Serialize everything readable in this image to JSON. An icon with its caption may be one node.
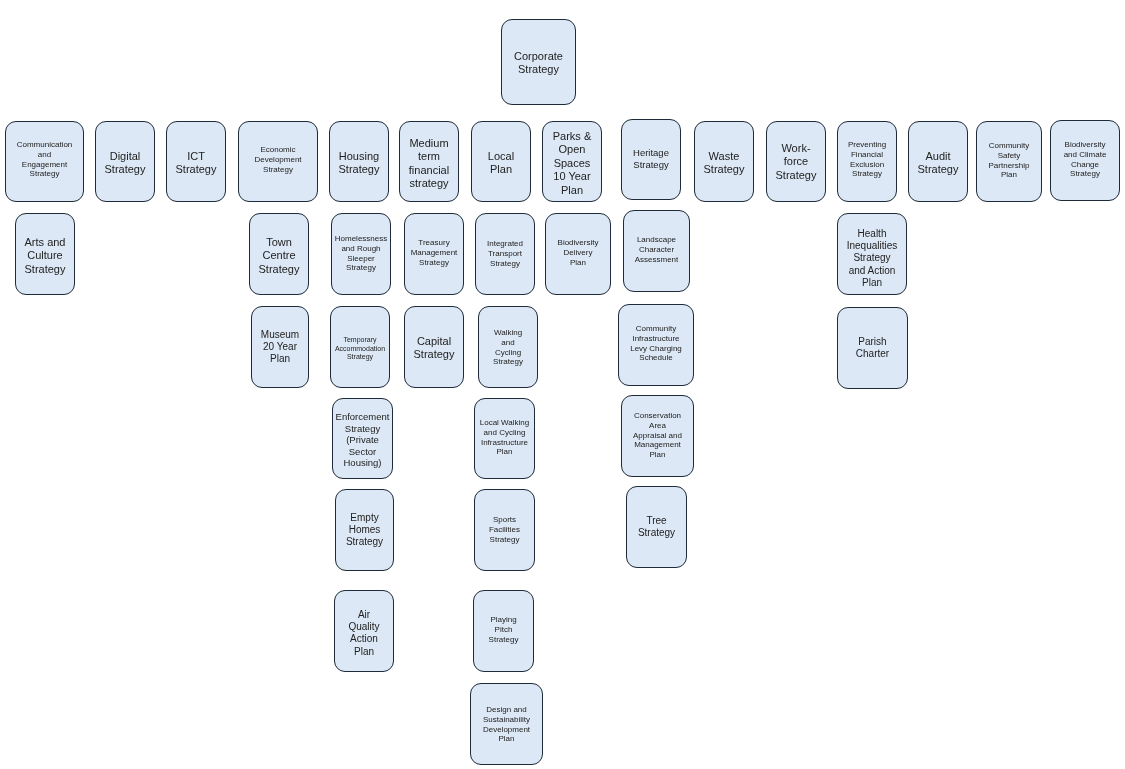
{
  "diagram": {
    "nodes": [
      {
        "text": [
          "Corporate Strategy"
        ]
      },
      {
        "text": [
          "Communication and Engagement Strategy"
        ]
      },
      {
        "text": [
          "Digital Strategy"
        ]
      },
      {
        "text": [
          "ICT Strategy"
        ]
      },
      {
        "text": [
          "Economic Development Strategy"
        ]
      },
      {
        "text": [
          "Housing Strategy"
        ]
      },
      {
        "text": [
          "Medium term financial strategy"
        ]
      },
      {
        "text": [
          "Local Plan"
        ]
      },
      {
        "text": [
          "Parks & Open Spaces 10 Year Plan"
        ]
      },
      {
        "text": [
          "Heritage Strategy"
        ]
      },
      {
        "text": [
          "Waste Strategy"
        ]
      },
      {
        "text": [
          "Work-force Strategy"
        ]
      },
      {
        "text": [
          "Preventing Financial Exclusion Strategy"
        ]
      },
      {
        "text": [
          "Audit Strategy"
        ]
      },
      {
        "text": [
          "Community Safety Partnership Plan"
        ]
      },
      {
        "text": [
          "Biodiversity and Climate Change Strategy"
        ]
      },
      {
        "text": [
          "Arts and Culture Strategy"
        ]
      },
      {
        "text": [
          "Town Centre Strategy"
        ]
      },
      {
        "text": [
          "Homelessness and Rough Sleeper Strategy"
        ]
      },
      {
        "text": [
          "Treasury Management Strategy"
        ]
      },
      {
        "text": [
          "Integrated Transport Strategy"
        ]
      },
      {
        "text": [
          "Biodiversity Delivery Plan"
        ]
      },
      {
        "text": [
          "Landscape Character Assessment"
        ]
      },
      {
        "text": [
          "Health Inequalities Strategy and Action Plan"
        ]
      },
      {
        "text": [
          "Museum 20 Year Plan"
        ]
      },
      {
        "text": [
          "Temporary Accommodation Strategy"
        ]
      },
      {
        "text": [
          "Capital Strategy"
        ]
      },
      {
        "text": [
          "Walking and Cycling Strategy"
        ]
      },
      {
        "text": [
          "Community Infrastructure Levy Charging Schedule"
        ]
      },
      {
        "text": [
          "Parish Charter"
        ]
      },
      {
        "text": [
          "Enforcement Strategy (Private Sector Housing)"
        ]
      },
      {
        "text": [
          "Local Walking and Cycling Infrastructure Plan"
        ]
      },
      {
        "text": [
          "Conservation Area Appraisal and Management Plan"
        ]
      },
      {
        "text": [
          "Empty Homes Strategy"
        ]
      },
      {
        "text": [
          "Sports Facilities Strategy"
        ]
      },
      {
        "text": [
          "Tree Strategy"
        ]
      },
      {
        "text": [
          "Air Quality Action Plan"
        ]
      },
      {
        "text": [
          "Playing Pitch Strategy"
        ]
      },
      {
        "text": [
          "Design and Sustainability Development Plan"
        ]
      }
    ]
  }
}
